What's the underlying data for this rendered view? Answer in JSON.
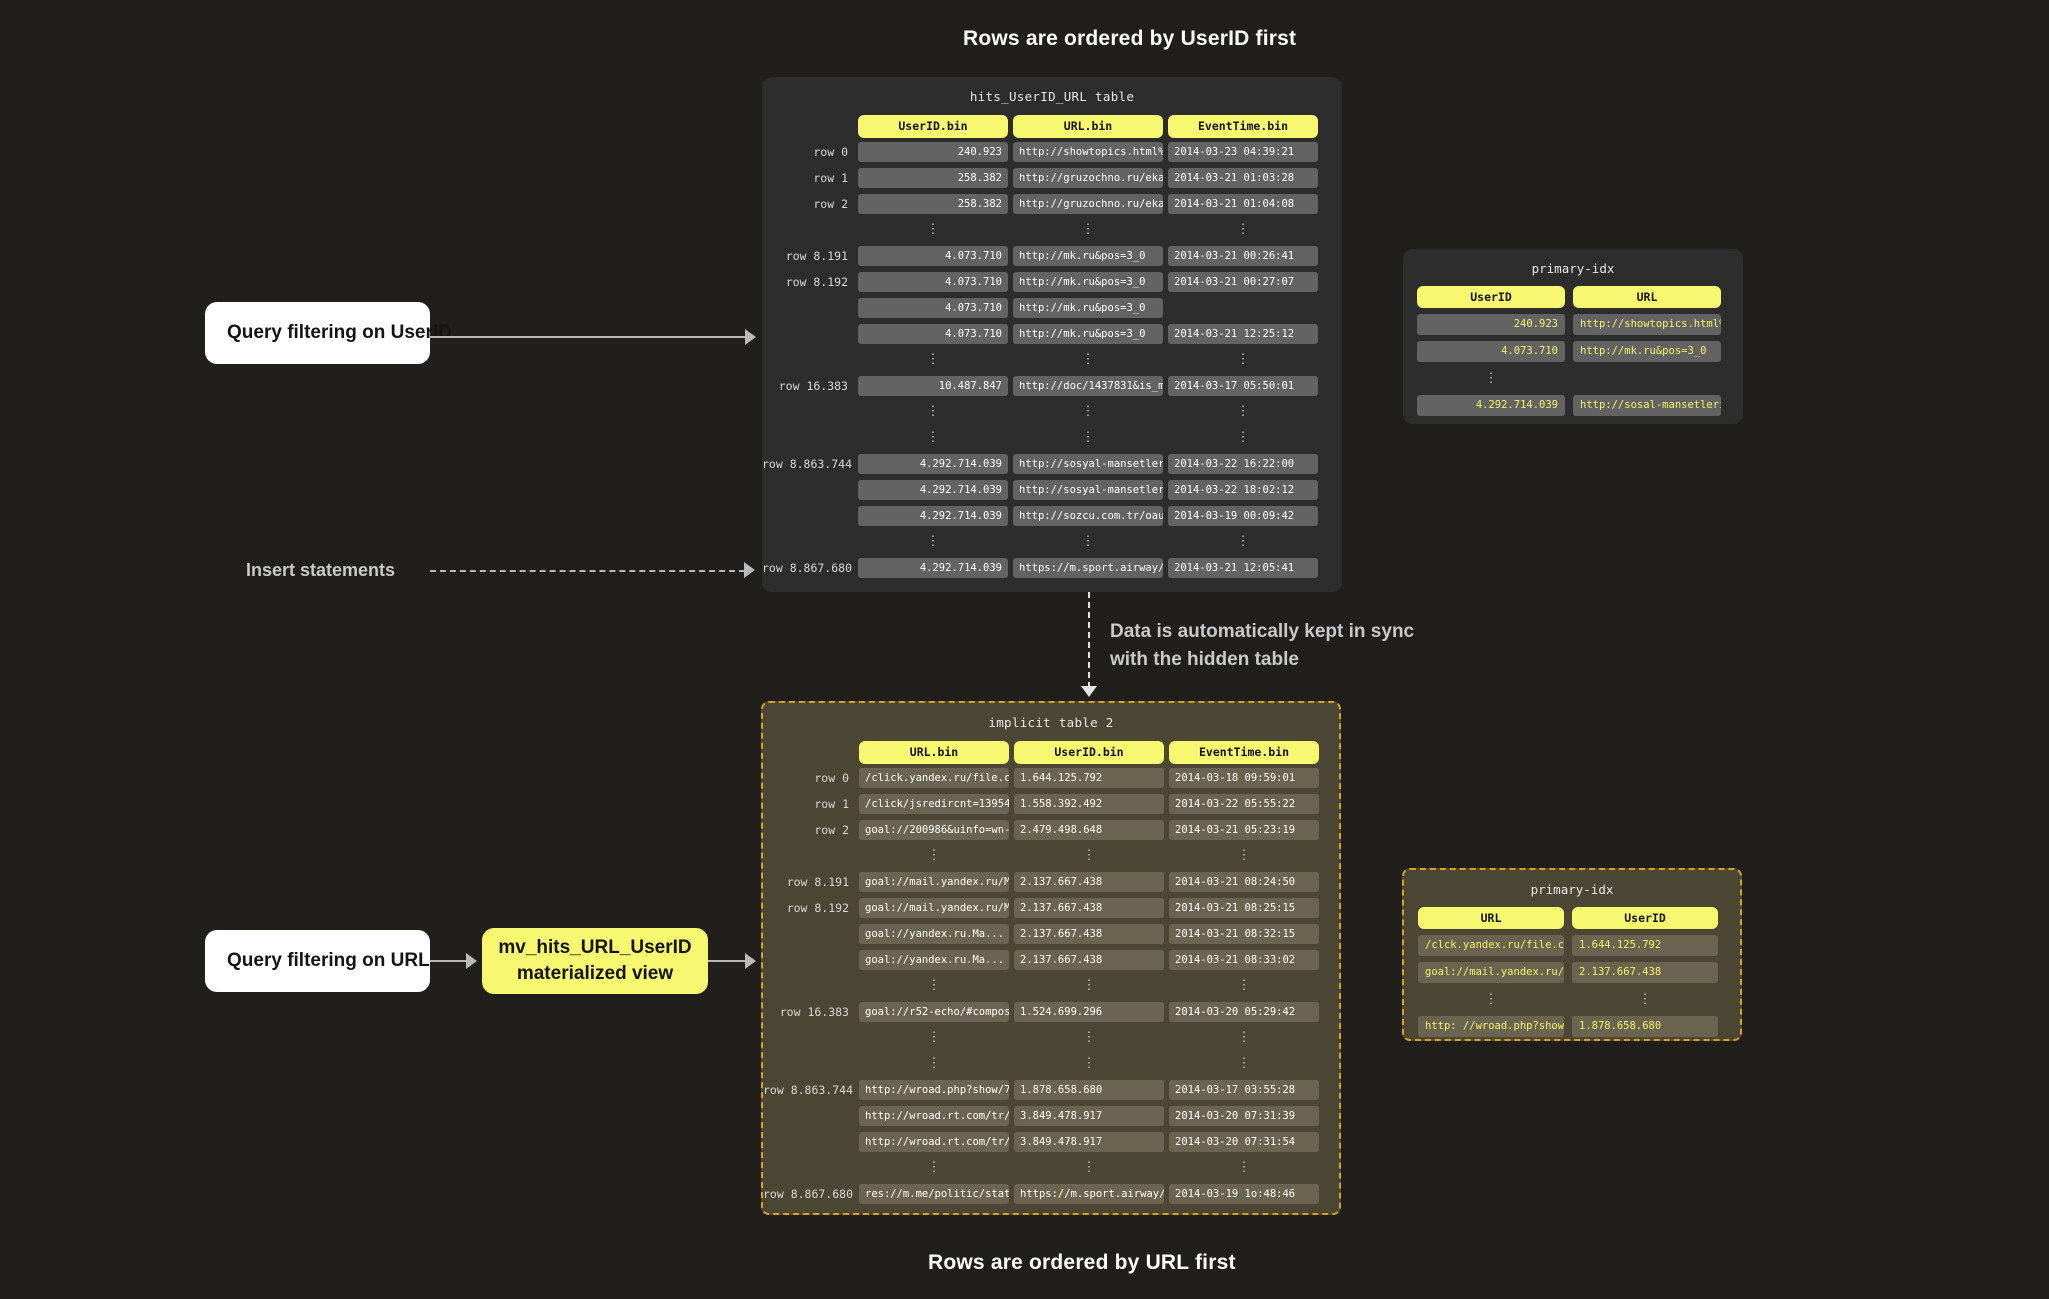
{
  "captions": {
    "top": "Rows are ordered by UserID first",
    "bottom": "Rows are ordered by URL first"
  },
  "callouts": {
    "query_userid": "Query filtering on UserID",
    "query_url": "Query filtering on URL",
    "mv_line1": "mv_hits_URL_UserID",
    "mv_line2": "materialized view",
    "insert_statements": "Insert statements",
    "sync_line1": "Data is automatically kept in sync",
    "sync_line2": "with the hidden table"
  },
  "colors": {
    "background": "#201f1c",
    "accent_yellow": "#f7f770",
    "dark_panel": "#2d2d2d",
    "dark_cell": "#636363",
    "olive_panel": "#4c4634",
    "olive_cell": "#6b6450",
    "olive_border": "#d9a41b",
    "idx_text": "#f3f36a"
  },
  "top_table": {
    "title": "hits_UserID_URL table",
    "columns": [
      "UserID.bin",
      "URL.bin",
      "EventTime.bin"
    ],
    "rows": [
      {
        "label": "row 0",
        "cells": [
          "240.923",
          "http://showtopics.html%3...",
          "2014-03-23 04:39:21"
        ]
      },
      {
        "label": "row 1",
        "cells": [
          "258.382",
          "http://gruzochno.ru/ekat...",
          "2014-03-21 01:03:28"
        ]
      },
      {
        "label": "row 2",
        "cells": [
          "258.382",
          "http://gruzochno.ru/ekat...",
          "2014-03-21 01:04:08"
        ]
      },
      {
        "label": "",
        "ellipsis": true
      },
      {
        "label": "row 8.191",
        "cells": [
          "4.073.710",
          "http://mk.ru&pos=3_0",
          "2014-03-21 00:26:41"
        ]
      },
      {
        "label": "row 8.192",
        "cells": [
          "4.073.710",
          "http://mk.ru&pos=3_0",
          "2014-03-21 00:27:07"
        ]
      },
      {
        "label": "",
        "cells": [
          "4.073.710",
          "http://mk.ru&pos=3_0",
          ""
        ]
      },
      {
        "label": "",
        "cells": [
          "4.073.710",
          "http://mk.ru&pos=3_0",
          "2014-03-21 12:25:12"
        ]
      },
      {
        "label": "",
        "ellipsis": true
      },
      {
        "label": "row 16.383",
        "cells": [
          "10.487.847",
          "http://doc/1437831&is_mo...",
          "2014-03-17 05:50:01"
        ]
      },
      {
        "label": "",
        "ellipsis": true
      },
      {
        "label": "",
        "ellipsis": true
      },
      {
        "label": "row 8.863.744",
        "cells": [
          "4.292.714.039",
          "http://sosyal-mansetleri...",
          "2014-03-22 16:22:00"
        ]
      },
      {
        "label": "",
        "cells": [
          "4.292.714.039",
          "http://sosyal-mansetleri...",
          "2014-03-22 18:02:12"
        ]
      },
      {
        "label": "",
        "cells": [
          "4.292.714.039",
          "http://sozcu.com.tr/oaut",
          "2014-03-19 00:09:42"
        ]
      },
      {
        "label": "",
        "ellipsis": true
      },
      {
        "label": "row 8.867.680",
        "cells": [
          "4.292.714.039",
          "https://m.sport.airway/?",
          "2014-03-21 12:05:41"
        ]
      }
    ]
  },
  "bottom_table": {
    "title": "implicit table 2",
    "columns": [
      "URL.bin",
      "UserID.bin",
      "EventTime.bin"
    ],
    "rows": [
      {
        "label": "row 0",
        "cells": [
          "/click.yandex.ru/file.co ...",
          "1.644.125.792",
          "2014-03-18 09:59:01"
        ]
      },
      {
        "label": "row 1",
        "cells": [
          "/click/jsredircnt=1395412...",
          "1.558.392.492",
          "2014-03-22 05:55:22"
        ]
      },
      {
        "label": "row 2",
        "cells": [
          "goal://200986&uinfo=wn-1...",
          "2.479.498.648",
          "2014-03-21 05:23:19"
        ]
      },
      {
        "label": "",
        "ellipsis": true
      },
      {
        "label": "row 8.191",
        "cells": [
          "goal://mail.yandex.ru/Ma...",
          "2.137.667.438",
          "2014-03-21 08:24:50"
        ]
      },
      {
        "label": "row 8.192",
        "cells": [
          "goal://mail.yandex.ru/Ma...",
          "2.137.667.438",
          "2014-03-21 08:25:15"
        ]
      },
      {
        "label": "",
        "cells": [
          "goal://yandex.ru.Ma...",
          "2.137.667.438",
          "2014-03-21 08:32:15"
        ]
      },
      {
        "label": "",
        "cells": [
          "goal://yandex.ru.Ma...",
          "2.137.667.438",
          "2014-03-21 08:33:02"
        ]
      },
      {
        "label": "",
        "ellipsis": true
      },
      {
        "label": "row 16.383",
        "cells": [
          "goal://r52-echo/#compose...",
          "1.524.699.296",
          "2014-03-20 05:29:42"
        ]
      },
      {
        "label": "",
        "ellipsis": true
      },
      {
        "label": "",
        "ellipsis": true
      },
      {
        "label": "row 8.863.744",
        "cells": [
          "http://wroad.php?show/7...",
          "1.878.658.680",
          "2014-03-17 03:55:28"
        ]
      },
      {
        "label": "",
        "cells": [
          "http://wroad.rt.com/tr/...",
          "3.849.478.917",
          "2014-03-20 07:31:39"
        ]
      },
      {
        "label": "",
        "cells": [
          "http://wroad.rt.com/tr/...",
          "3.849.478.917",
          "2014-03-20 07:31:54"
        ]
      },
      {
        "label": "",
        "ellipsis": true
      },
      {
        "label": "row 8.867.680",
        "cells": [
          "res://m.me/politic/stati...",
          "https://m.sport.airway/?",
          "2014-03-19 1o:48:46"
        ]
      }
    ]
  },
  "top_index": {
    "title": "primary-idx",
    "columns": [
      "UserID",
      "URL"
    ],
    "rows": [
      {
        "cells": [
          "240.923",
          "http://showtopics.html%3..."
        ]
      },
      {
        "cells": [
          "4.073.710",
          "http://mk.ru&pos=3_0"
        ]
      },
      {
        "ellipsis": true
      },
      {
        "cells": [
          "4.292.714.039",
          "http://sosal-mansetleri..."
        ]
      }
    ]
  },
  "bottom_index": {
    "title": "primary-idx",
    "columns": [
      "URL",
      "UserID"
    ],
    "rows": [
      {
        "cells": [
          "/clck.yandex.ru/file.com...",
          "1.644.125.792"
        ]
      },
      {
        "cells": [
          "goal://mail.yandex.ru/Ma...",
          "2.137.667.438"
        ]
      },
      {
        "ellipsis": true
      },
      {
        "cells": [
          "http: //wroad.php?show/7...",
          "1.878.658.680"
        ]
      }
    ]
  }
}
